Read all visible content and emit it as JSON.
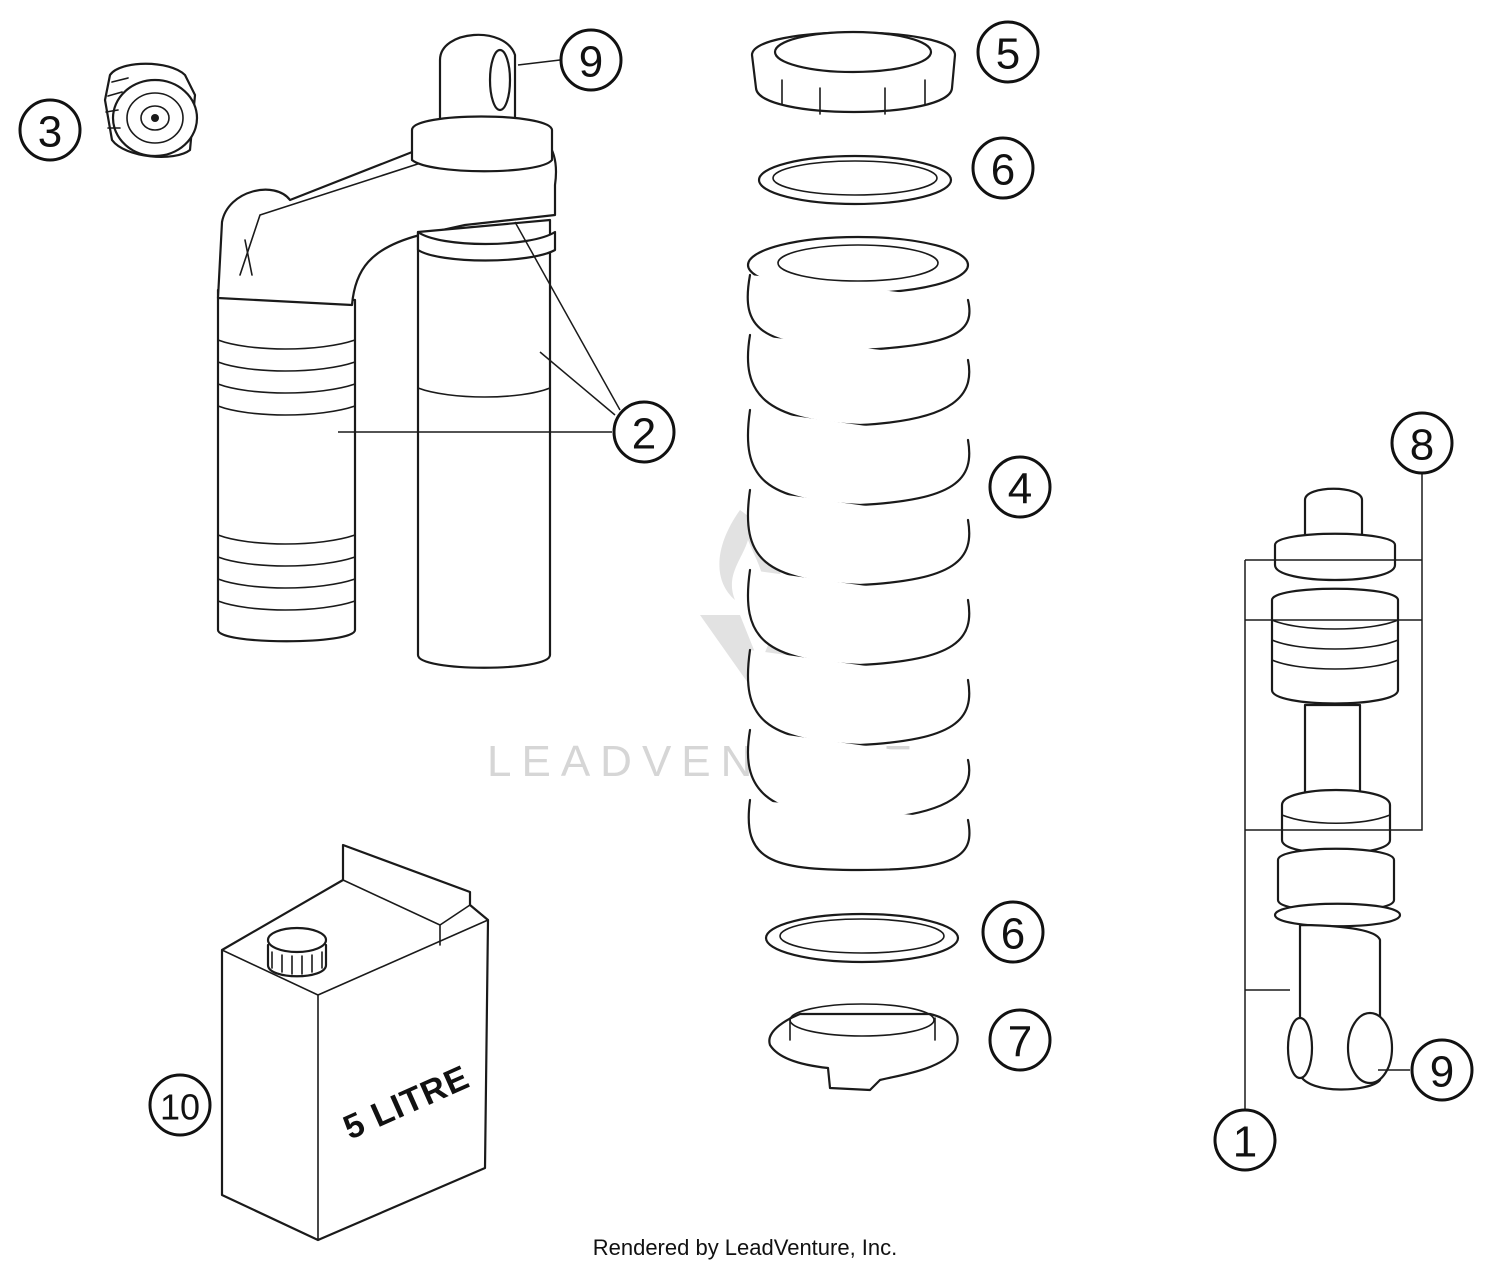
{
  "diagram": {
    "parts": [
      {
        "number": "1"
      },
      {
        "number": "2"
      },
      {
        "number": "3"
      },
      {
        "number": "4"
      },
      {
        "number": "5"
      },
      {
        "number": "6"
      },
      {
        "number": "6"
      },
      {
        "number": "7"
      },
      {
        "number": "8"
      },
      {
        "number": "9"
      },
      {
        "number": "9"
      },
      {
        "number": "10"
      }
    ],
    "container_label": "5 LITRE",
    "watermark": "LEADVENTURE",
    "footer": "Rendered by LeadVenture, Inc."
  }
}
